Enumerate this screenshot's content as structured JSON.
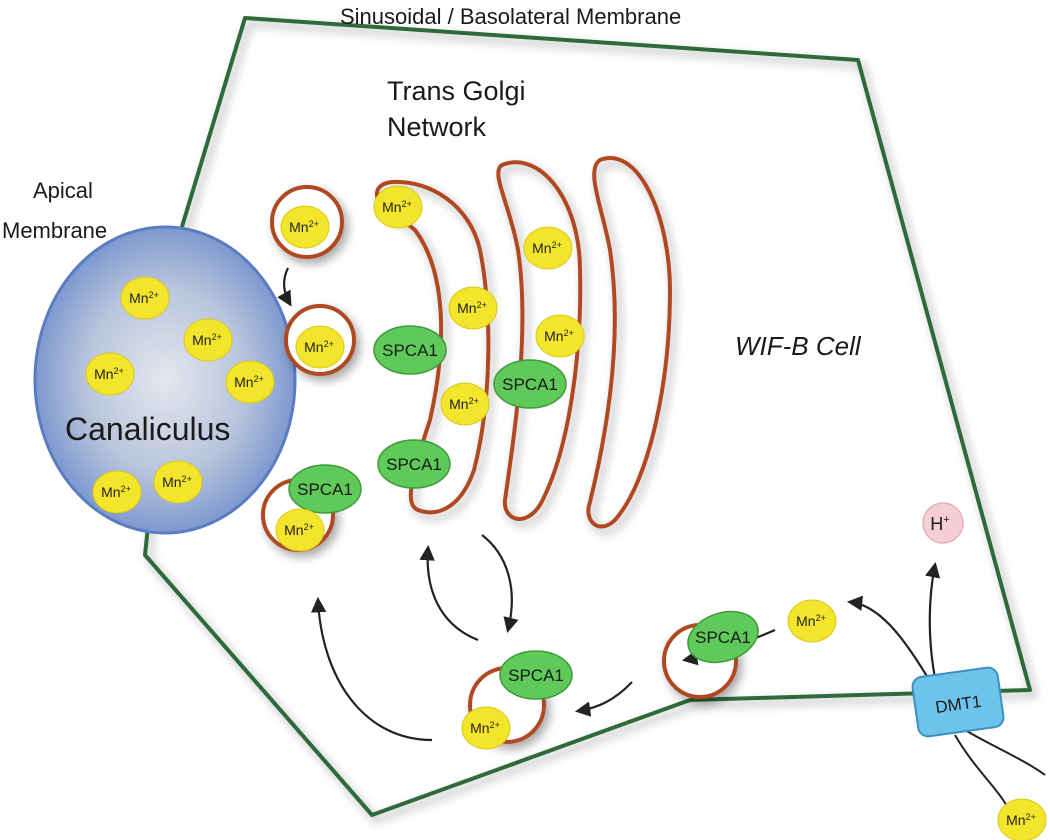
{
  "labels": {
    "basolateral_membrane": "Sinusoidal / Basolateral  Membrane",
    "tgn_line1": "Trans Golgi",
    "tgn_line2": "Network",
    "apical_line1": "Apical",
    "apical_line2": "Membrane",
    "canaliculus": "Canaliculus",
    "cell": "WIF-B Cell",
    "transporter": "DMT1",
    "proton": "H",
    "proton_charge": "+"
  },
  "ions": {
    "mn": "Mn",
    "mn_charge": "2+",
    "spca": "SPCA1"
  },
  "colors": {
    "cell_membrane": "#2e6b3a",
    "golgi": "#b04a22",
    "mn_ion": "#f2e52c",
    "spca1": "#5fc95a",
    "canaliculus": "#6b8ed0",
    "dmt1": "#6ec3ec",
    "proton": "#f6cfd6"
  }
}
